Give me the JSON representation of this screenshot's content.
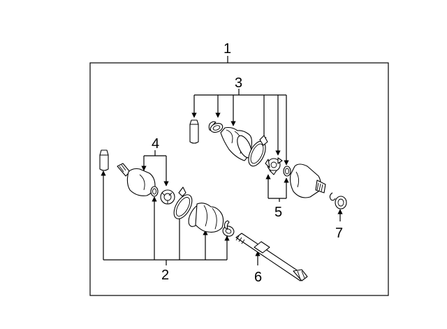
{
  "diagram": {
    "callouts": {
      "c1": "1",
      "c2": "2",
      "c3": "3",
      "c4": "4",
      "c5": "5",
      "c6": "6",
      "c7": "7"
    },
    "line_color": "#000000",
    "background": "#ffffff"
  }
}
